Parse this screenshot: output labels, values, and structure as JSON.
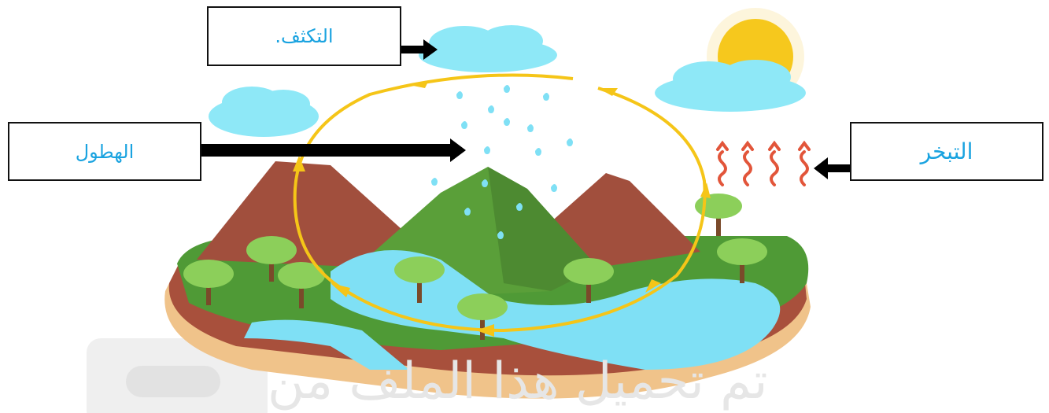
{
  "labels": {
    "condensation": "التكثف.",
    "precipitation": "الهطول",
    "evaporation": "التبخر"
  },
  "watermark": "تم تحميل هذا الملف من",
  "colors": {
    "label_text": "#1aa3e0",
    "cycle_arrow": "#f5c518",
    "cloud": "#8ee8f7",
    "water": "#7fe0f5",
    "sun": "#f6c81d",
    "evaporation_wave": "#e2553a"
  }
}
